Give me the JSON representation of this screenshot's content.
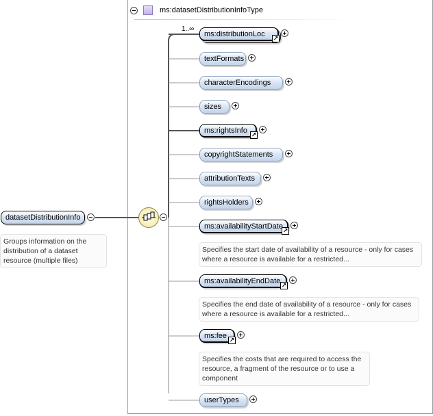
{
  "type": {
    "label": "ms:datasetDistributionInfoType"
  },
  "root": {
    "label": "datasetDistributionInfo",
    "doc": [
      "Groups information on the",
      "distribution of a dataset",
      "resource (multiple files)"
    ]
  },
  "distribution_multiplicity": "1..∞",
  "children": [
    {
      "label": "ms:distributionLoc",
      "ref": true,
      "multiple": true
    },
    {
      "label": "textFormats",
      "ref": false
    },
    {
      "label": "characterEncodings",
      "ref": false
    },
    {
      "label": "sizes",
      "ref": false
    },
    {
      "label": "ms:rightsInfo",
      "ref": true
    },
    {
      "label": "copyrightStatements",
      "ref": false
    },
    {
      "label": "attributionTexts",
      "ref": false
    },
    {
      "label": "rightsHolders",
      "ref": false
    },
    {
      "label": "ms:availabilityStartDate",
      "ref": true,
      "doc": [
        "Specifies the start date of availability of a resource - only for cases",
        "where a resource is available for a restricted..."
      ]
    },
    {
      "label": "ms:availabilityEndDate",
      "ref": true,
      "doc": [
        "Specifies the end date of availability of a resource - only for cases",
        "where a resource is available for a restricted..."
      ]
    },
    {
      "label": "ms:fee",
      "ref": true,
      "doc": [
        "Specifies the costs that are required to access the",
        "resource, a fragment of the resource or to use a",
        "component"
      ]
    },
    {
      "label": "userTypes",
      "ref": false
    }
  ],
  "icons": {
    "type_swatch": "complex-type-icon",
    "sequence": "sequence-compositor-icon",
    "reference_arrow": "reference-arrow-icon",
    "expand": "plus-circle-icon",
    "collapse": "minus-circle-icon"
  },
  "colors": {
    "node_fill": "#c4d4ea",
    "node_border": "#8fa3c1",
    "type_swatch": "#c2b4e8",
    "sequence_fill": "#f2e6a8"
  }
}
